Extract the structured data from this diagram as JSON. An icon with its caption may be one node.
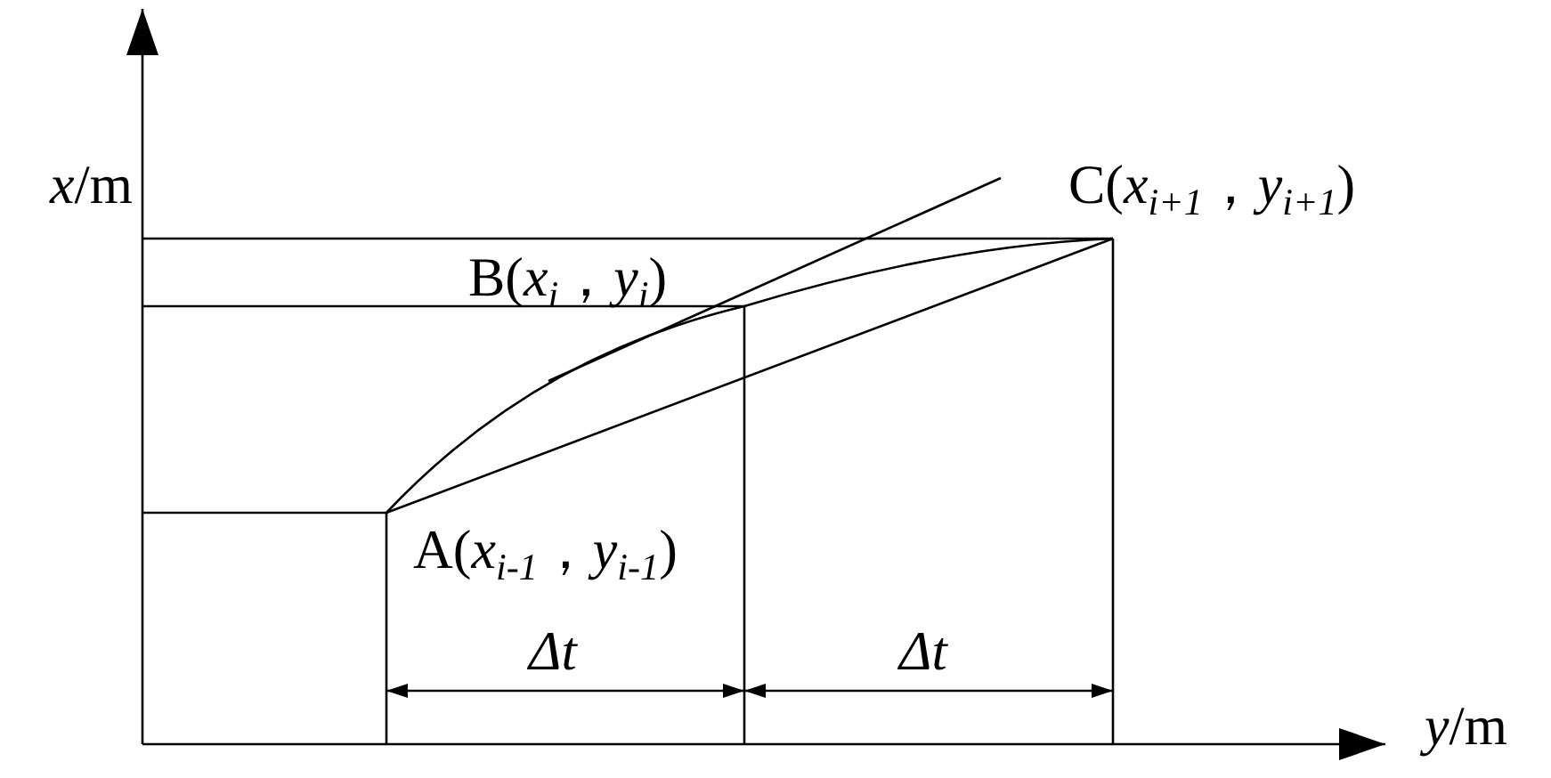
{
  "diagram": {
    "labels": [
      "*x*/m",
      "C(*x*$_{i+1}$，*y*$_{i+1}$)",
      "B(*x*$_{i}$，*y*$_{i}$)",
      "A(*x*$_{i-1}$，*y*$_{i-1}$)",
      "Δt",
      "Δt",
      "*y*/m"
    ]
  }
}
